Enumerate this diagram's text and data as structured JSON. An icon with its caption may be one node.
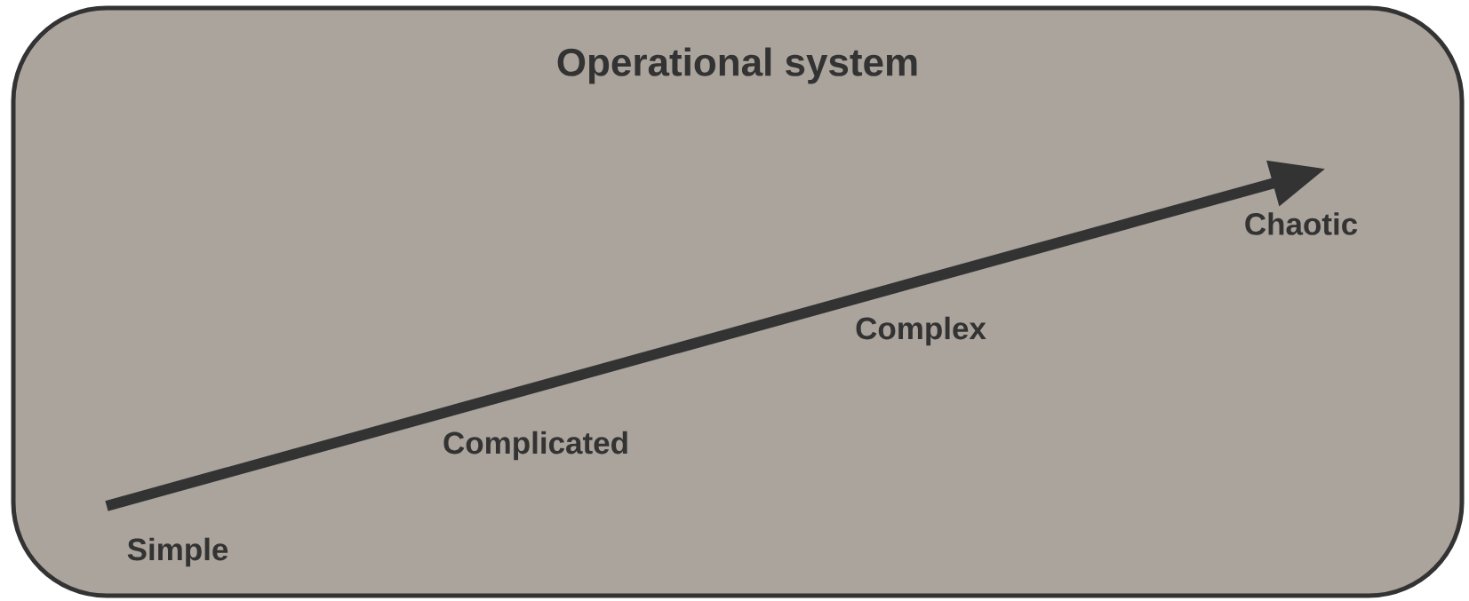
{
  "diagram": {
    "nodes": [
      {
        "text": [
          "Operational system"
        ]
      }
    ],
    "labels": [
      "Chaotic",
      "Complex",
      "Complicated",
      "Simple"
    ]
  }
}
